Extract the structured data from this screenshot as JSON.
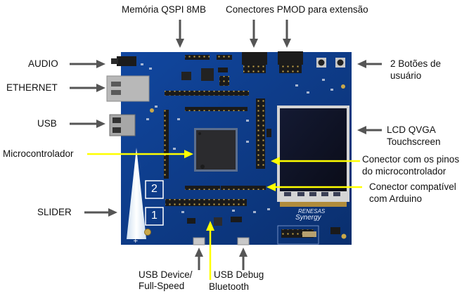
{
  "figure": {
    "board_name": "Renesas Synergy",
    "board_brand_line1": "RENESAS",
    "board_brand_line2": "Synergy",
    "slider_pads": [
      "2",
      "1"
    ],
    "colors": {
      "board": "#0d3c8a",
      "board_dark": "#0a2f6e",
      "arrow_gray": "#555555",
      "arrow_yellow": "#ffff00",
      "lcd": "#0c0f1f",
      "lcd_frame": "#d9d9d9"
    }
  },
  "labels": {
    "top": [
      {
        "id": "qspi",
        "text": "Memória QSPI 8MB"
      },
      {
        "id": "pmod",
        "text": "Conectores PMOD para extensão"
      }
    ],
    "left": [
      {
        "id": "audio",
        "text": "AUDIO"
      },
      {
        "id": "ethernet",
        "text": "ETHERNET"
      },
      {
        "id": "usb",
        "text": "USB"
      },
      {
        "id": "mcu",
        "text": "Microcontrolador"
      },
      {
        "id": "slider",
        "text": "SLIDER"
      }
    ],
    "right": [
      {
        "id": "buttons",
        "line1": "2 Botões de",
        "line2": "usuário"
      },
      {
        "id": "lcd",
        "line1": "LCD QVGA",
        "line2": "Touchscreen"
      },
      {
        "id": "mcu-pins",
        "line1": "Conector com os pinos",
        "line2": "do microcontrolador"
      },
      {
        "id": "arduino",
        "line1": "Conector compatível",
        "line2": "com Arduino"
      }
    ],
    "bottom": [
      {
        "id": "usb-device",
        "line1": "USB Device/",
        "line2": "Full-Speed"
      },
      {
        "id": "usb-debug",
        "line1": "USB Debug",
        "line2": ""
      },
      {
        "id": "bluetooth",
        "line1": "Bluetooth",
        "line2": ""
      }
    ]
  }
}
